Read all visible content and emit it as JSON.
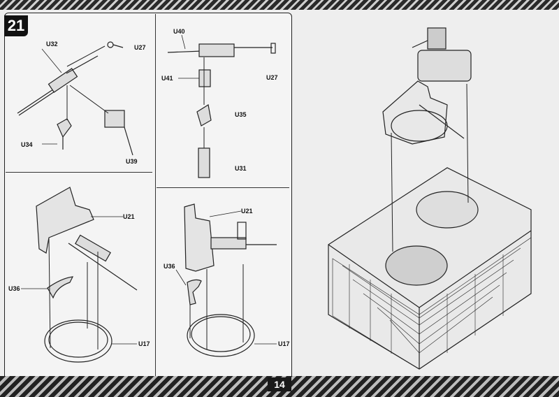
{
  "step_number": "21",
  "page_number": "14",
  "panel_top_left": {
    "labels": {
      "u32": "U32",
      "u27": "U27",
      "u34": "U34",
      "u39": "U39"
    }
  },
  "panel_top_right": {
    "labels": {
      "u40": "U40",
      "u41": "U41",
      "u27": "U27",
      "u35": "U35",
      "u31": "U31"
    }
  },
  "panel_bottom_left": {
    "labels": {
      "u21": "U21",
      "u36": "U36",
      "u17": "U17"
    }
  },
  "panel_bottom_right": {
    "labels": {
      "u21": "U21",
      "u36": "U36",
      "u17": "U17"
    }
  }
}
